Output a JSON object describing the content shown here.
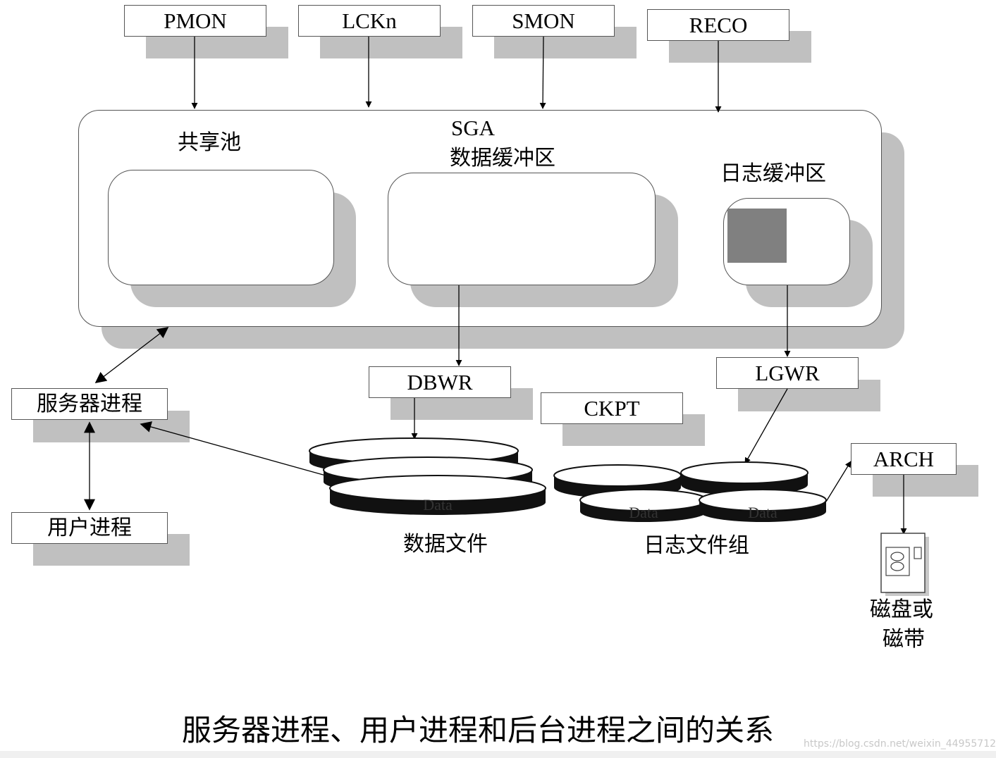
{
  "background_processes": {
    "pmon": "PMON",
    "lckn": "LCKn",
    "smon": "SMON",
    "reco": "RECO"
  },
  "sga": {
    "title": "SGA",
    "shared_pool": "共享池",
    "data_buffer": "数据缓冲区",
    "log_buffer": "日志缓冲区"
  },
  "processes": {
    "server": "服务器进程",
    "user": "用户进程",
    "dbwr": "DBWR",
    "ckpt": "CKPT",
    "lgwr": "LGWR",
    "arch": "ARCH"
  },
  "storage": {
    "data_files": "数据文件",
    "log_file_group": "日志文件组",
    "disk_or_tape_line1": "磁盘或",
    "disk_or_tape_line2": "磁带",
    "disk_label": "Data"
  },
  "caption": "服务器进程、用户进程和后台进程之间的关系",
  "watermark": "https://blog.csdn.net/weixin_44955712",
  "colors": {
    "shadow": "#c0c0c0",
    "border": "#555555",
    "log_block": "#808080",
    "disk": "#111111"
  }
}
